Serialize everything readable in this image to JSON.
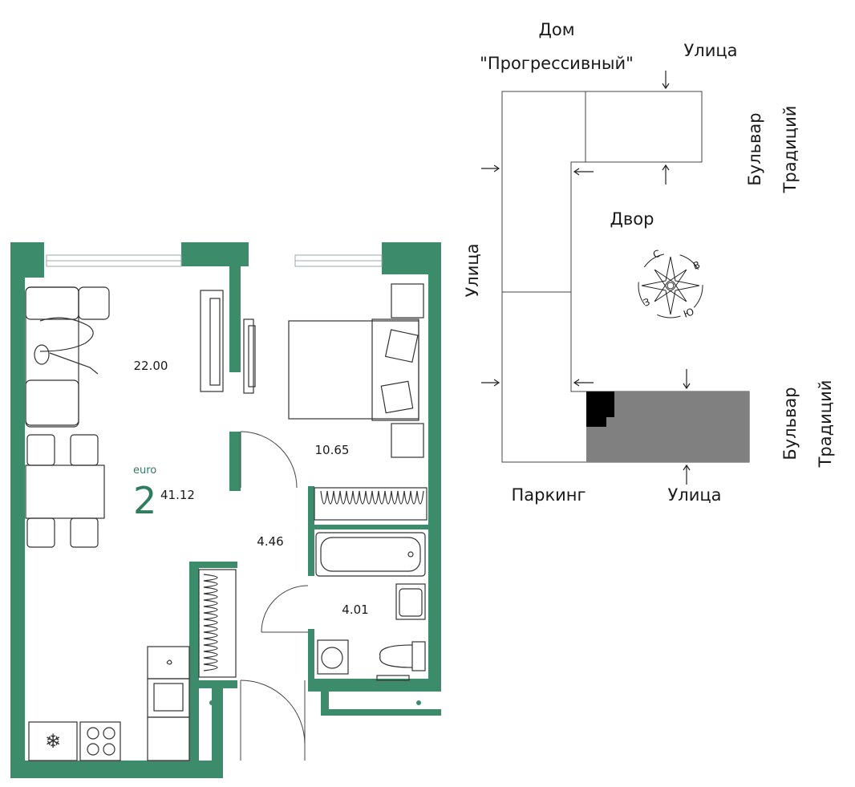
{
  "plan": {
    "rooms": {
      "living_area": "22.00",
      "bedroom_area": "10.65",
      "hall_area": "4.46",
      "bathroom_area": "4.01"
    },
    "apartment": {
      "type_label": "euro",
      "rooms_count": "2",
      "total_area": "41.12"
    },
    "wall_color": "#3c8c6c"
  },
  "site": {
    "building_name_line1": "Дом",
    "building_name_line2": "\"Прогрессивный\"",
    "street_top": "Улица",
    "street_left": "Улица",
    "street_bottom": "Улица",
    "boulevard_top_line1": "Бульвар",
    "boulevard_top_line2": "Традиций",
    "boulevard_bottom_line1": "Бульвар",
    "boulevard_bottom_line2": "Традиций",
    "yard": "Двор",
    "parking": "Паркинг",
    "compass": {
      "north": "С",
      "east": "В",
      "south": "Ю",
      "west": "З"
    },
    "highlight_color": "#808080"
  }
}
